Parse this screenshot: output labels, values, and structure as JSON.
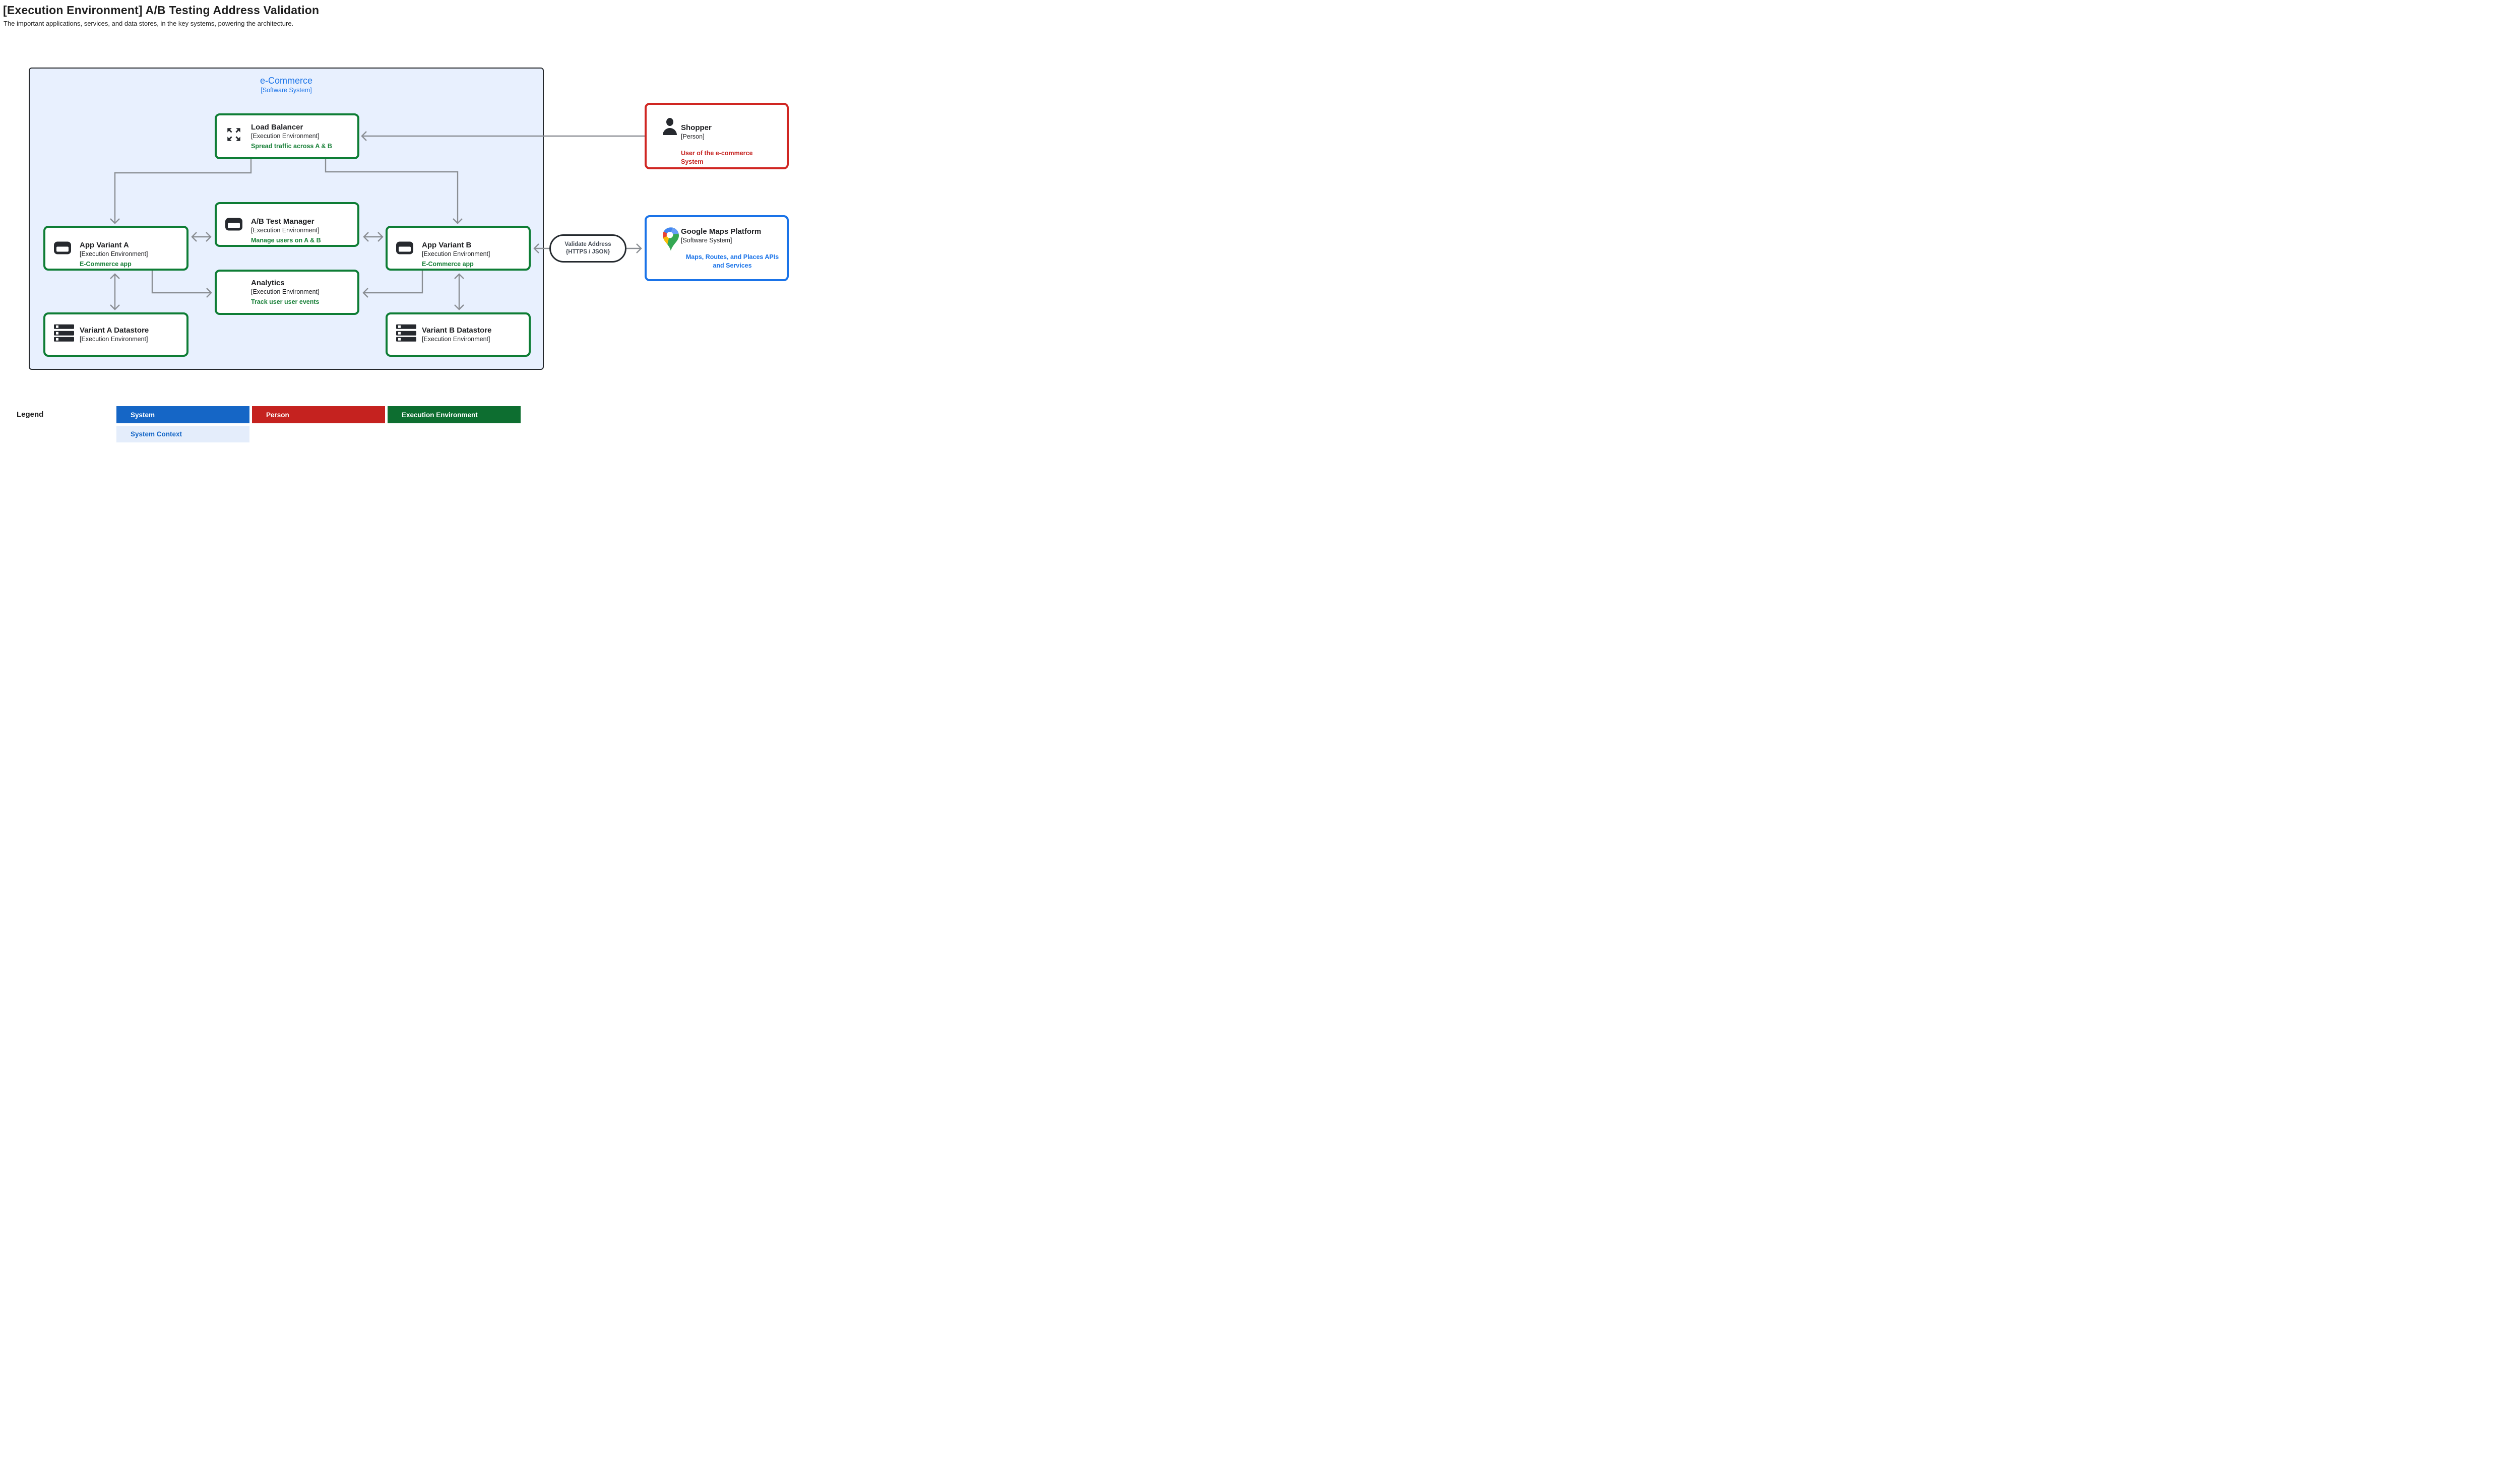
{
  "page": {
    "title": "[Execution Environment] A/B Testing Address Validation",
    "subtitle": "The important applications, services, and data stores, in the key systems, powering the architecture."
  },
  "container": {
    "title": "e-Commerce",
    "meta": "[Software System]"
  },
  "nodes": {
    "load_balancer": {
      "title": "Load Balancer",
      "meta": "[Execution Environment]",
      "desc": "Spread traffic across A & B",
      "icon": "expand-arrows-icon"
    },
    "ab_test_manager": {
      "title": "A/B Test Manager",
      "meta": "[Execution Environment]",
      "desc": "Manage users on A & B",
      "icon": "app-window-icon"
    },
    "app_variant_a": {
      "title": "App Variant A",
      "meta": "[Execution Environment]",
      "desc": "E-Commerce app",
      "icon": "app-window-icon"
    },
    "app_variant_b": {
      "title": "App Variant B",
      "meta": "[Execution Environment]",
      "desc": "E-Commerce app",
      "icon": "app-window-icon"
    },
    "analytics": {
      "title": "Analytics",
      "meta": "[Execution Environment]",
      "desc": "Track user user events"
    },
    "variant_a_datastore": {
      "title": "Variant A Datastore",
      "meta": "[Execution Environment]",
      "icon": "datastore-icon"
    },
    "variant_b_datastore": {
      "title": "Variant B Datastore",
      "meta": "[Execution Environment]",
      "icon": "datastore-icon"
    },
    "shopper": {
      "title": "Shopper",
      "meta": "[Person]",
      "desc": "User of the e-commerce System",
      "icon": "person-icon"
    },
    "google_maps": {
      "title": "Google Maps Platform",
      "meta": "[Software System]",
      "desc": "Maps, Routes, and Places APIs and Services",
      "icon": "google-maps-pin-icon"
    }
  },
  "edge_label": {
    "line1": "Validate Address",
    "line2": "{HTTPS / JSON}"
  },
  "legend": {
    "label": "Legend",
    "items": [
      {
        "label": "System",
        "bg": "#1566c6",
        "fg": "#ffffff"
      },
      {
        "label": "Person",
        "bg": "#c5221f",
        "fg": "#ffffff"
      },
      {
        "label": "Execution Environment",
        "bg": "#0d6e30",
        "fg": "#ffffff"
      },
      {
        "label": "System Context",
        "bg": "#e4edfb",
        "fg": "#1566c6"
      }
    ]
  },
  "colors": {
    "accent_blue": "#1a73e8",
    "accent_red": "#c5221f",
    "accent_green": "#188038",
    "border_green": "#0e7d35",
    "border_red": "#d02622",
    "container_bg": "#e8f0fe",
    "connector_gray": "#8a8e93",
    "ink": "#202124"
  }
}
